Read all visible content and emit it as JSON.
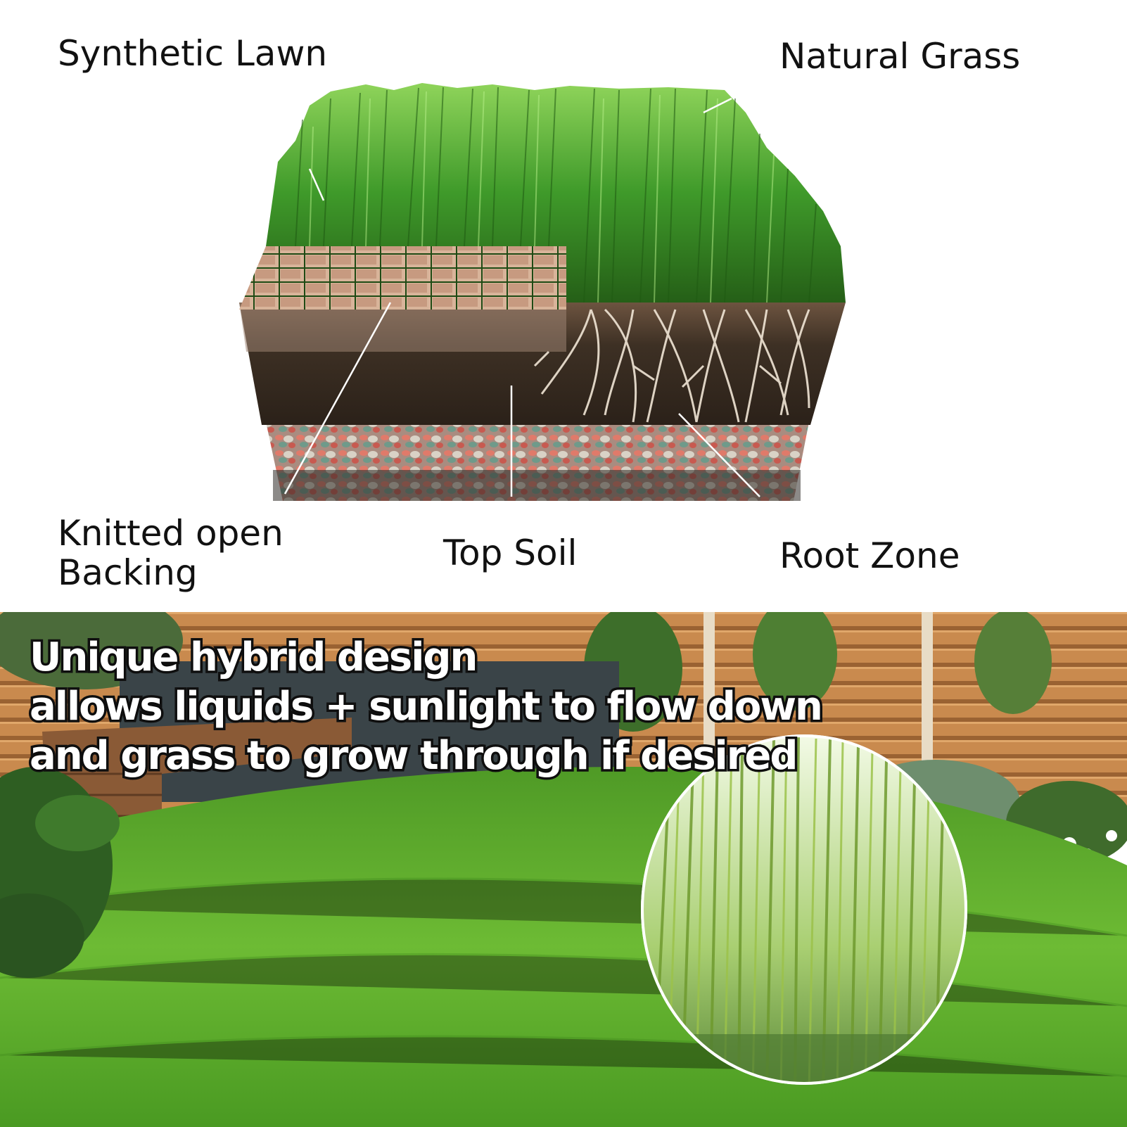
{
  "labels": {
    "synthetic_lawn": "Synthetic Lawn",
    "natural_grass": "Natural Grass",
    "knitted_backing": [
      "Knitted open",
      "Backing"
    ],
    "top_soil": "Top Soil",
    "root_zone": "Root Zone"
  },
  "headline": [
    "Unique hybrid design",
    "allows liquids + sunlight to flow down",
    "and grass to grow through if desired"
  ],
  "colors": {
    "grass_dark": "#2f7d1e",
    "grass_light": "#6fc13a",
    "lawn": "#5fae2e",
    "soil": "#3d3024",
    "gravel": "#c8a394",
    "fence": "#c98a4e",
    "headline_text": "#ffffff",
    "headline_outline": "#111111"
  }
}
